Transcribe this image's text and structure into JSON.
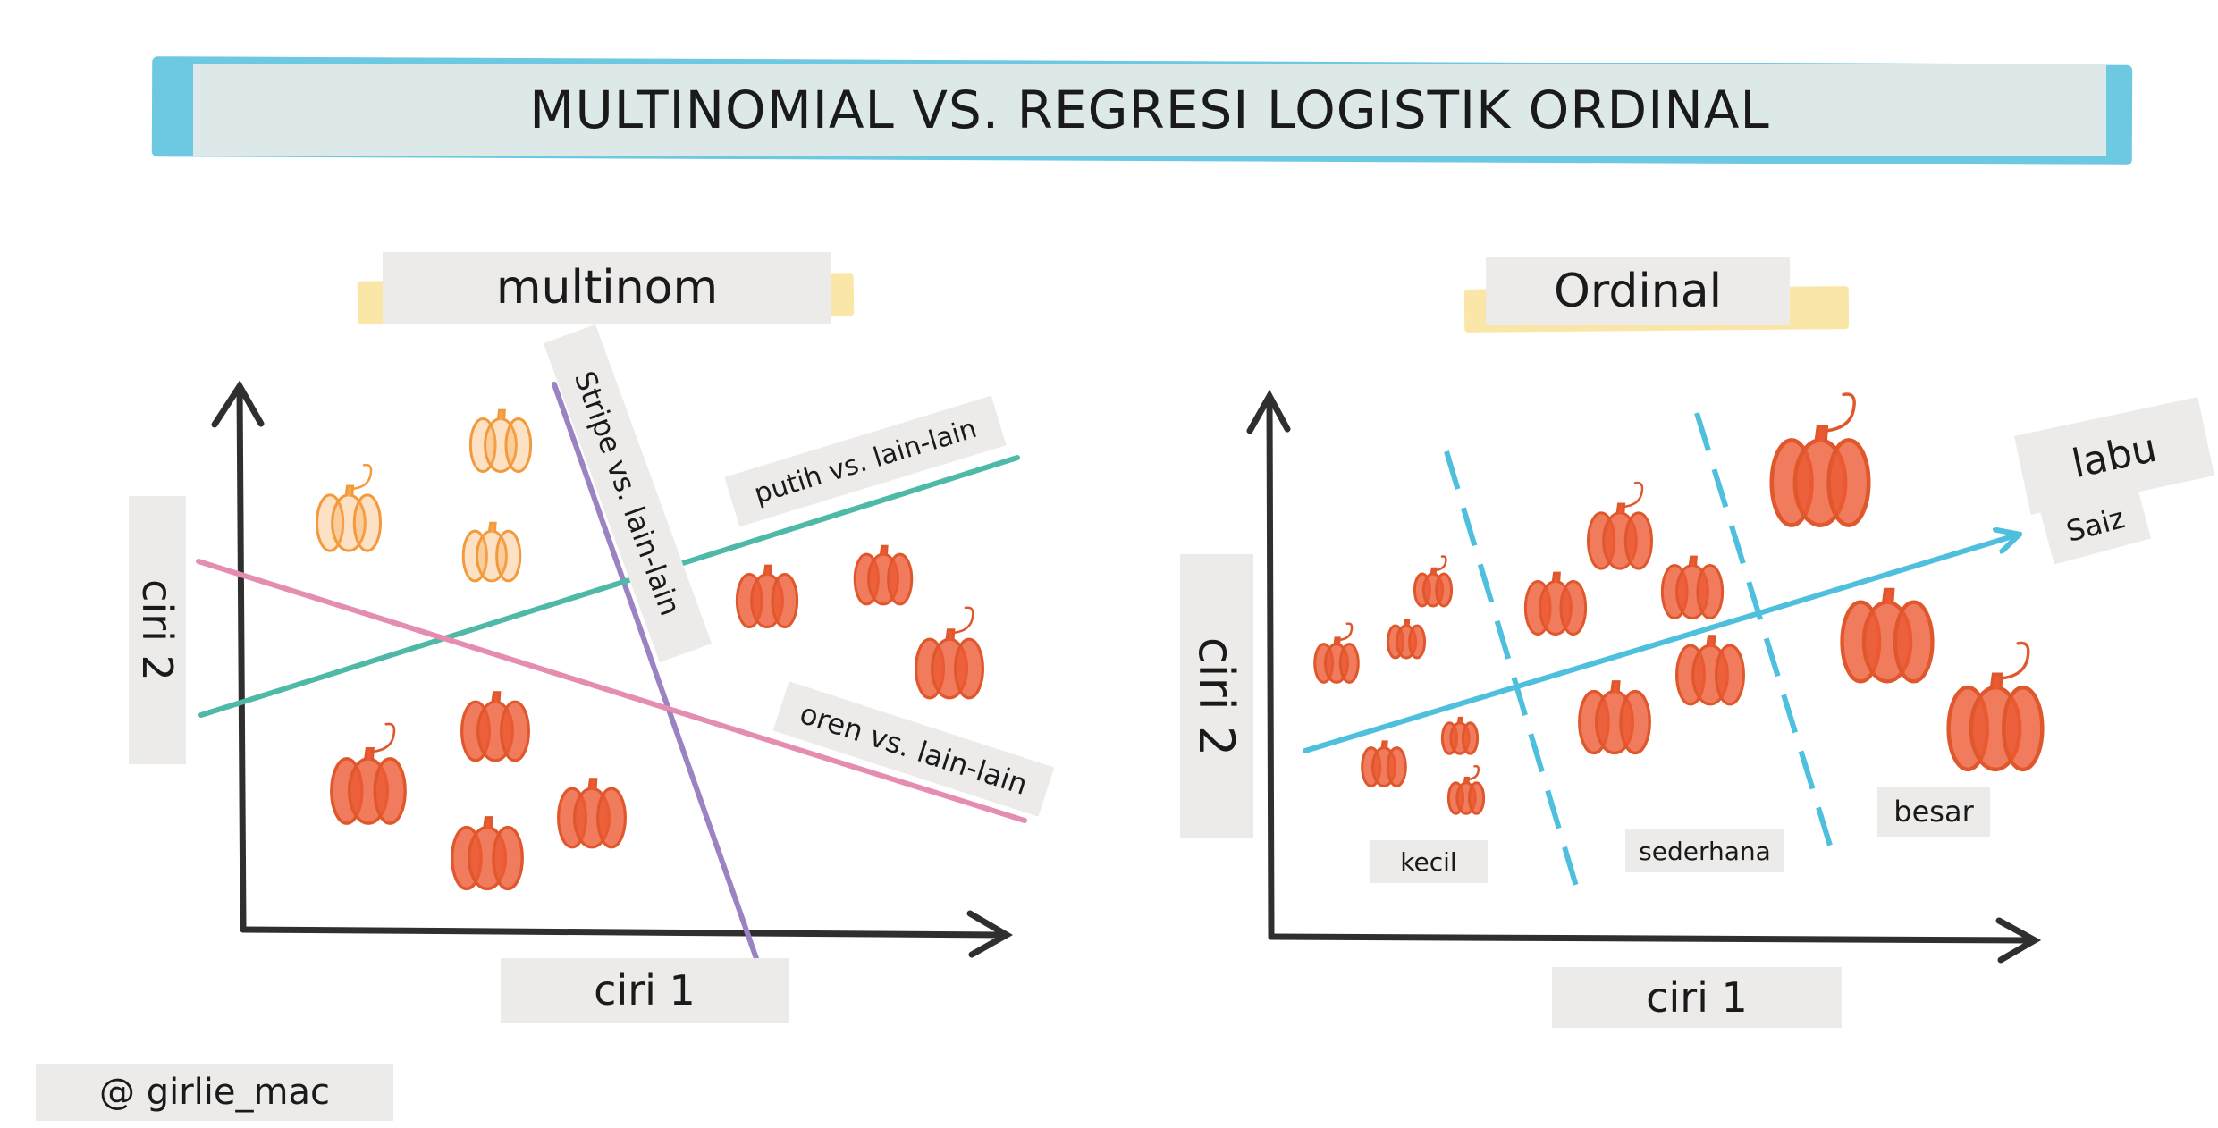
{
  "title": "MULTINOMIAL VS. REGRESI LOGISTIK ORDINAL",
  "multinomial": {
    "heading": "multinom",
    "y_label": "ciri 2",
    "x_label": "ciri 1",
    "line_labels": {
      "stripe": "Stripe vs. lain-lain",
      "putih": "putih vs. lain-lain",
      "oren": "oren vs. lain-lain"
    },
    "colors": {
      "stripe": "#9b82c2",
      "putih": "#4fb9a8",
      "oren": "#e58db0"
    }
  },
  "ordinal": {
    "heading": "Ordinal",
    "y_label": "ciri 2",
    "x_label": "ciri 1",
    "axis_label_main": "labu",
    "axis_label_sub": "Saiz",
    "categories": [
      "kecil",
      "sederhana",
      "besar"
    ],
    "colors": {
      "axis": "#4ec0de",
      "dash": "#4ec0de"
    }
  },
  "credit": "@ girlie_mac",
  "pumpkin_colors": {
    "orange": "#ec5a34",
    "light": "#f6a955",
    "outline": "#e0572c"
  }
}
